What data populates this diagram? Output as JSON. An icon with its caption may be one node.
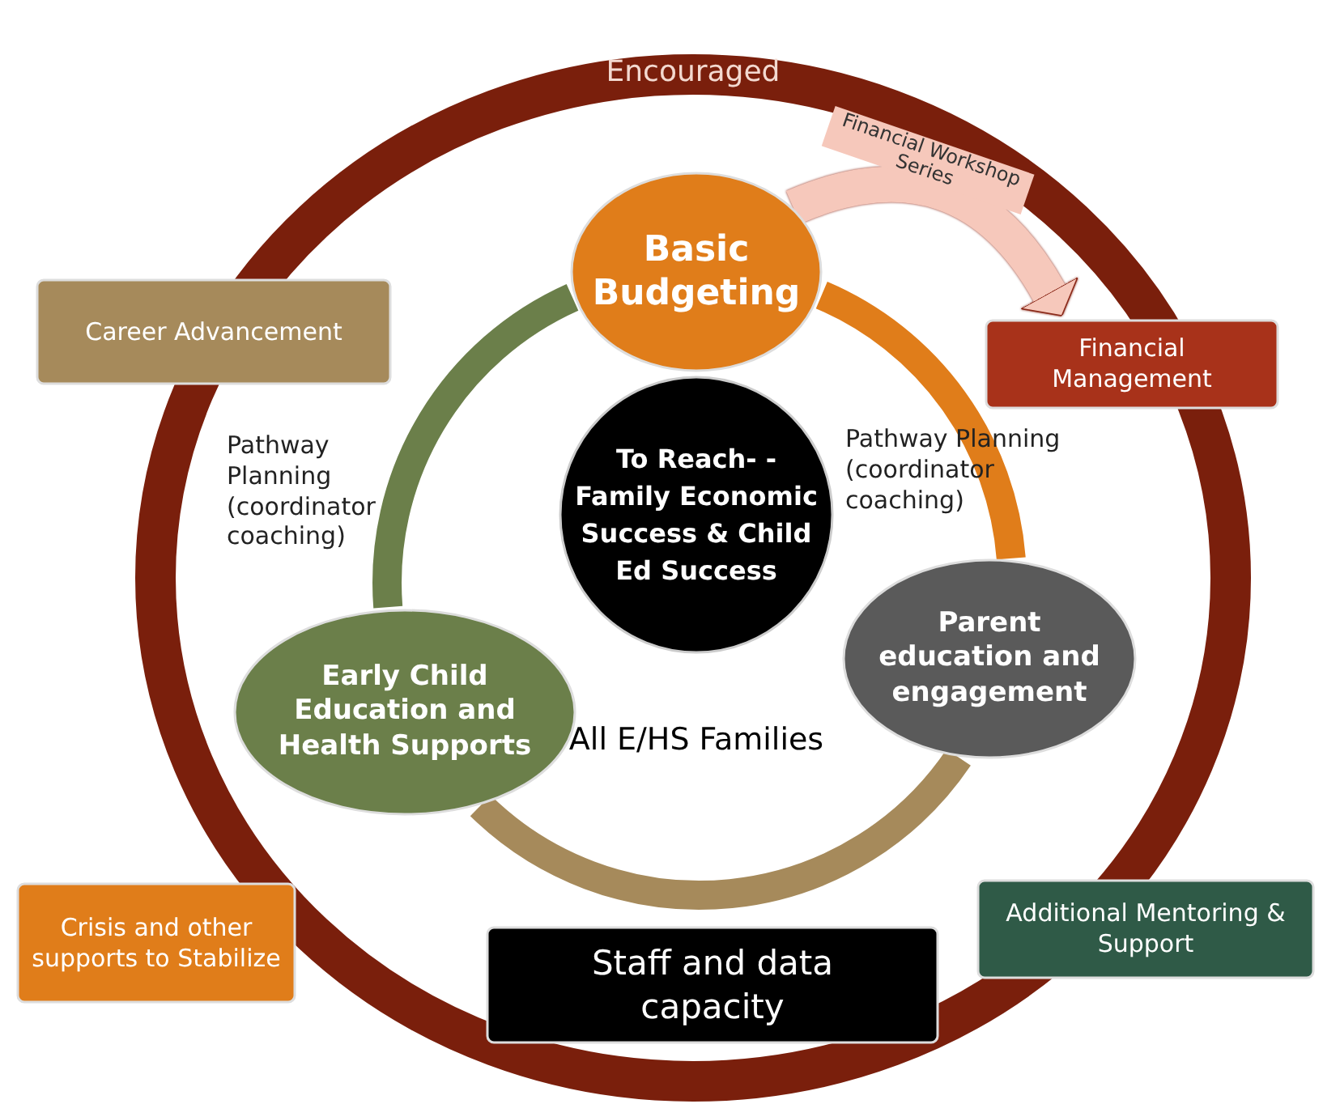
{
  "diagram": {
    "nodes": [
      {
        "text": [
          "Encouraged"
        ]
      },
      {
        "text": [
          "Basic Budgeting"
        ],
        "in": 0
      },
      {
        "text": [
          "Career Advancement"
        ]
      },
      {
        "text": [
          "Financial Management"
        ]
      },
      {
        "text": [
          "To Reach- - Family Economic Success & Child Ed Success"
        ],
        "in": 0
      },
      {
        "text": [
          "Parent education and engagement"
        ],
        "in": 0
      },
      {
        "text": [
          "Early Child Education and Health Supports"
        ],
        "in": 0
      },
      {
        "text": [
          "Crisis and other supports to Stabilize"
        ]
      },
      {
        "text": [
          "Additional Mentoring & Support"
        ]
      },
      {
        "text": [
          "Staff and data capacity"
        ],
        "in": 0
      }
    ],
    "edges": [
      {
        "from": 1,
        "to": 3,
        "arrow": "to",
        "label": "Financial Workshop Series",
        "color": "#f6c8bb"
      },
      {
        "from": 6,
        "to": 1,
        "arrow": "none",
        "color": "#6b7f4a"
      },
      {
        "from": 1,
        "to": 5,
        "arrow": "none",
        "color": "#e07d1a"
      },
      {
        "from": 5,
        "to": 6,
        "arrow": "none",
        "color": "#a68a5b"
      }
    ],
    "labels": [
      "Pathway Planning (coordinator coaching)",
      "Pathway Planning (coordinator coaching)",
      "All E/HS Families"
    ]
  }
}
